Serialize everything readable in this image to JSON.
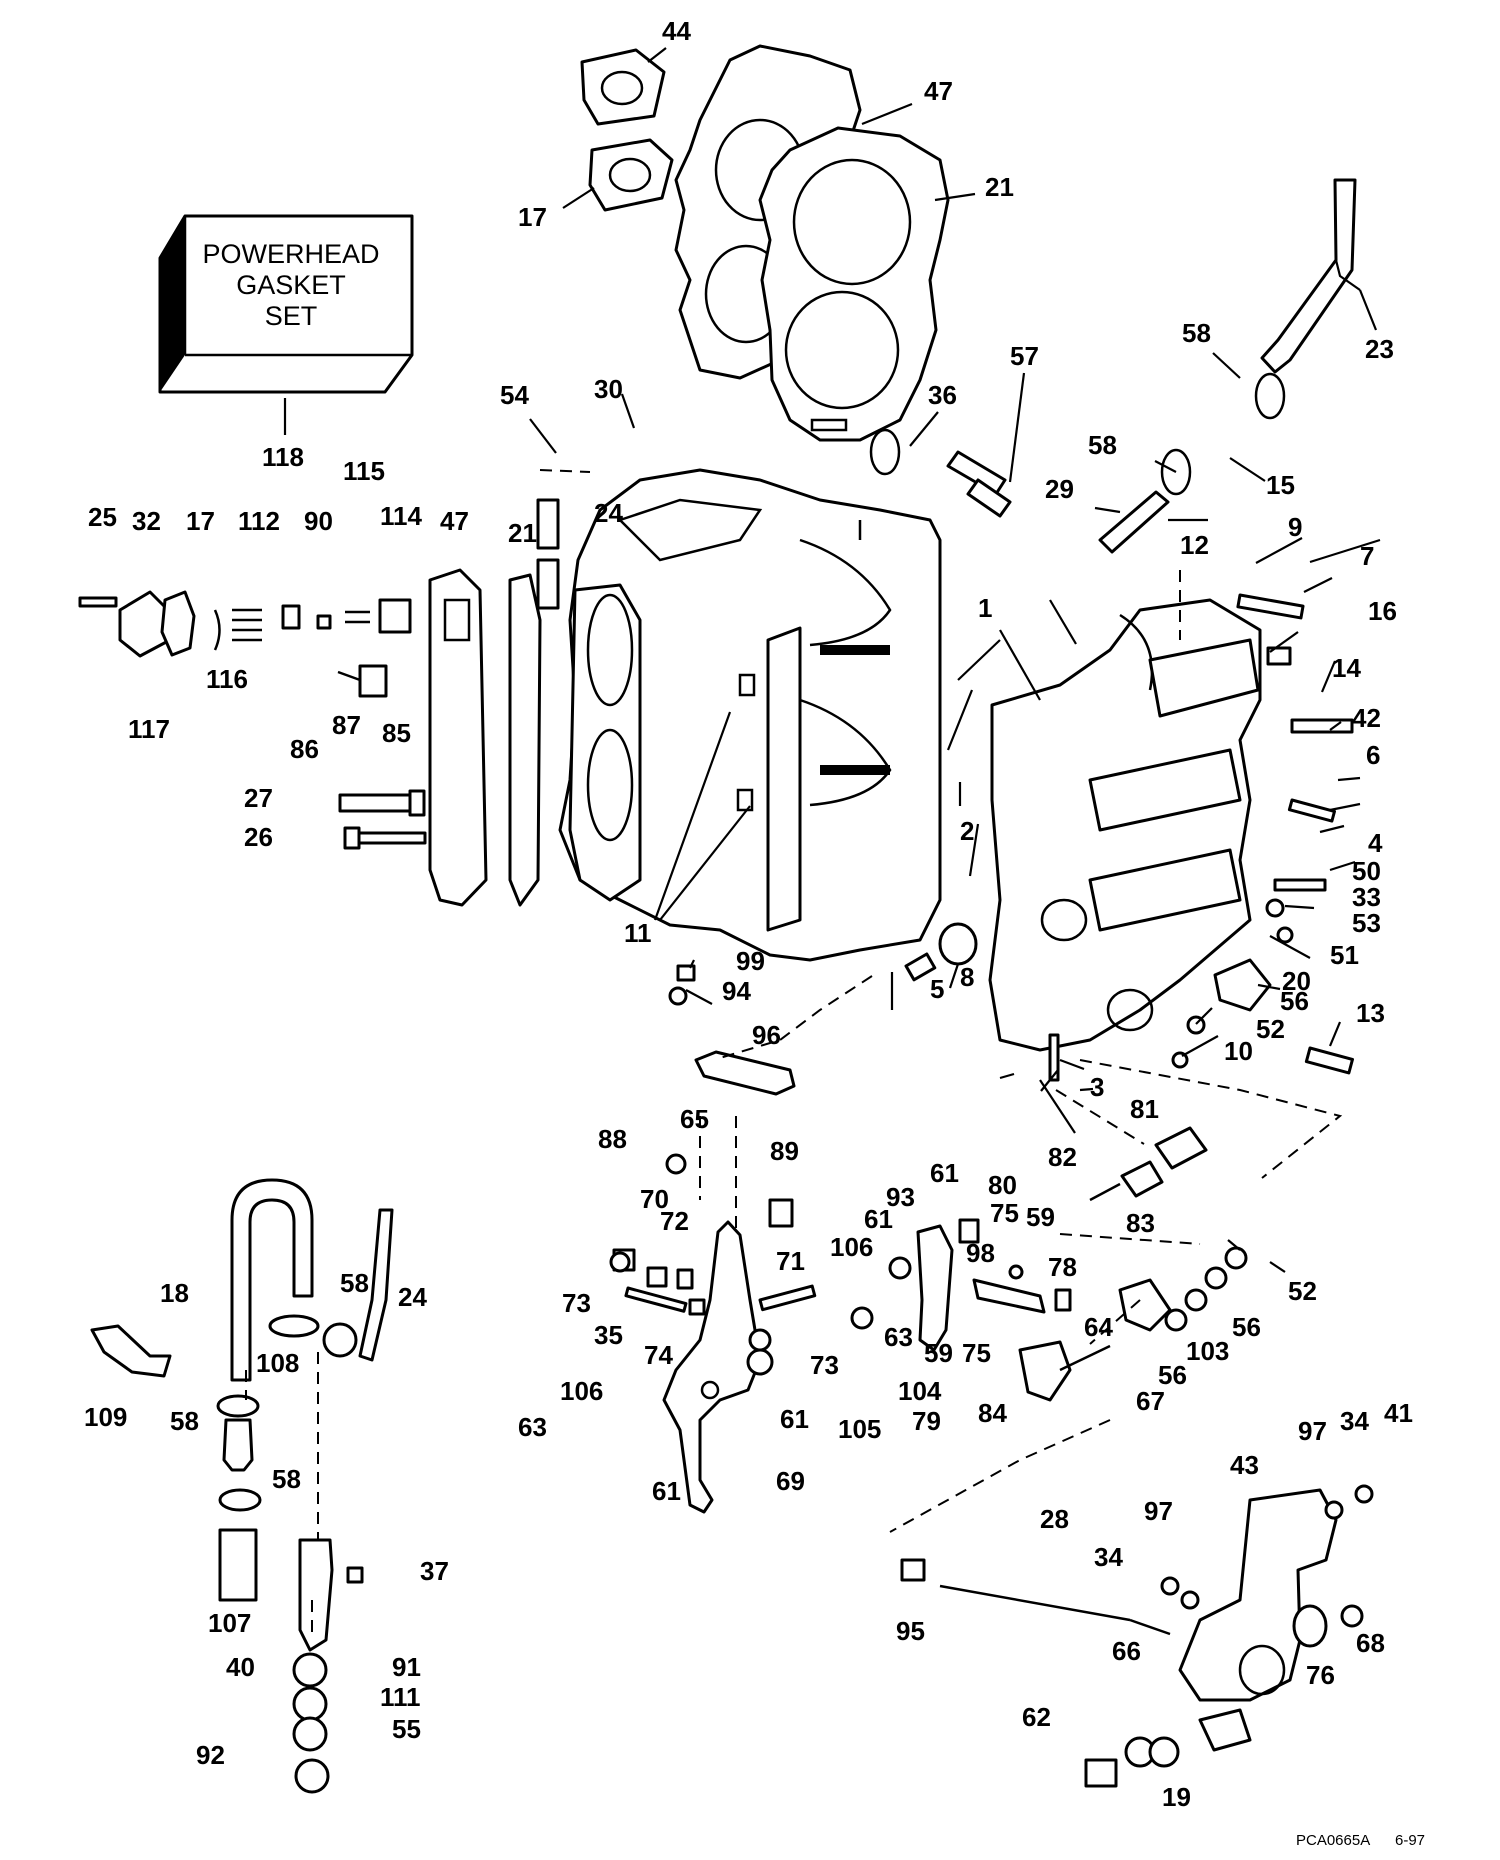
{
  "gasket_set": {
    "line1": "POWERHEAD",
    "line2": "GASKET",
    "line3": "SET",
    "ref": "118"
  },
  "footer": {
    "code": "PCA0665A",
    "date": "6-97"
  },
  "callouts": [
    "44",
    "47",
    "21",
    "17",
    "23",
    "58",
    "57",
    "36",
    "30",
    "54",
    "58",
    "15",
    "29",
    "24",
    "25",
    "32",
    "17",
    "112",
    "90",
    "115",
    "114",
    "47",
    "21",
    "12",
    "9",
    "7",
    "1",
    "16",
    "14",
    "42",
    "6",
    "116",
    "117",
    "86",
    "87",
    "85",
    "27",
    "26",
    "2",
    "4",
    "50",
    "33",
    "53",
    "51",
    "20",
    "11",
    "99",
    "94",
    "5",
    "8",
    "56",
    "52",
    "10",
    "13",
    "3",
    "96",
    "65",
    "88",
    "89",
    "70",
    "72",
    "73",
    "35",
    "74",
    "71",
    "73",
    "61",
    "81",
    "82",
    "83",
    "80",
    "61",
    "93",
    "75",
    "59",
    "106",
    "61",
    "63",
    "98",
    "78",
    "52",
    "56",
    "103",
    "56",
    "64",
    "59",
    "75",
    "104",
    "105",
    "79",
    "84",
    "67",
    "18",
    "58",
    "24",
    "108",
    "109",
    "58",
    "58",
    "37",
    "107",
    "40",
    "91",
    "111",
    "92",
    "55",
    "106",
    "63",
    "61",
    "69",
    "97",
    "34",
    "41",
    "43",
    "28",
    "34",
    "97",
    "95",
    "66",
    "76",
    "68",
    "62",
    "19"
  ]
}
